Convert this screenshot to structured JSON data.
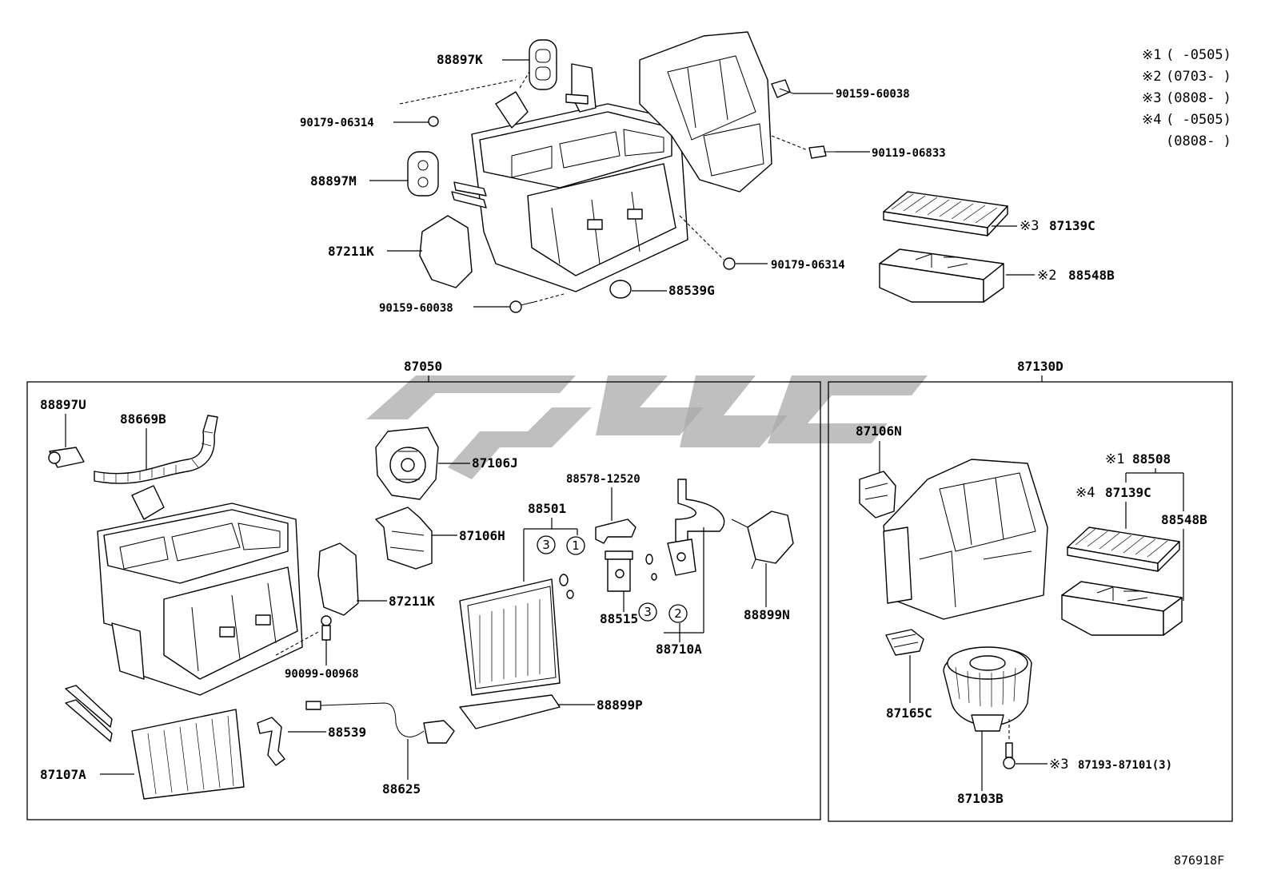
{
  "notes": [
    {
      "mark": "※1",
      "range": "(    -0505)"
    },
    {
      "mark": "※2",
      "range": "(0703-    )"
    },
    {
      "mark": "※3",
      "range": "(0808-    )"
    },
    {
      "mark": "※4",
      "range": "(    -0505)"
    },
    {
      "mark": "",
      "range": "(0808-    )"
    }
  ],
  "top_parts": {
    "p88897K": "88897K",
    "p90179_06314_a": "90179-06314",
    "p88897M": "88897M",
    "p87211K": "87211K",
    "p90159_60038_a": "90159-60038",
    "p88539G": "88539G",
    "p90179_06314_b": "90179-06314",
    "p90159_60038_b": "90159-60038",
    "p90119_06833": "90119-06833",
    "p87139C_mark": "※3",
    "p87139C": "87139C",
    "p88548B_mark": "※2",
    "p88548B": "88548B"
  },
  "left_box": {
    "title": "87050",
    "parts": {
      "p88897U": "88897U",
      "p88669B": "88669B",
      "p87106J": "87106J",
      "p88578": "88578-12520",
      "p88501": "88501",
      "p87106H": "87106H",
      "p87211K": "87211K",
      "p88899N": "88899N",
      "p88515": "88515",
      "p88710A": "88710A",
      "p90099": "90099-00968",
      "p88899P": "88899P",
      "p88539": "88539",
      "p88625": "88625",
      "p87107A": "87107A"
    },
    "circles": [
      "3",
      "1",
      "3",
      "2"
    ]
  },
  "right_box": {
    "title": "87130D",
    "parts": {
      "p87106N": "87106N",
      "p88508_mark": "※1",
      "p88508": "88508",
      "p87139C_mark": "※4",
      "p87139C": "87139C",
      "p88548B": "88548B",
      "p87165C": "87165C",
      "p87193_mark": "※3",
      "p87193": "87193-87101(3)",
      "p87103B": "87103B"
    }
  },
  "figure_code": "876918F"
}
